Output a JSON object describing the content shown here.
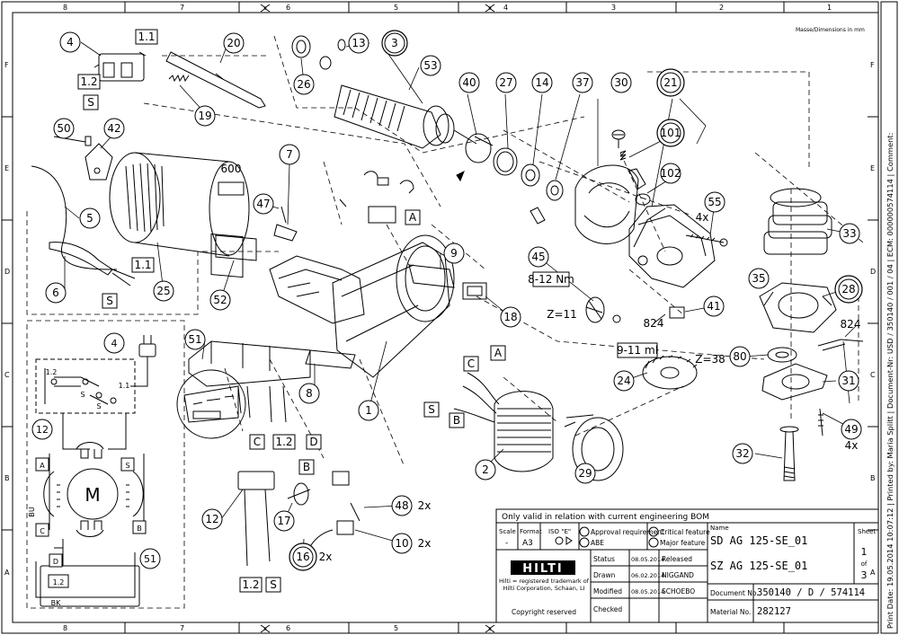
{
  "frame": {
    "col_labels": [
      "8",
      "7",
      "6",
      "5",
      "4",
      "3",
      "2",
      "1"
    ],
    "row_labels": [
      "F",
      "E",
      "D",
      "C",
      "B",
      "A"
    ],
    "dims_note": "Masse/Dimensions in mm"
  },
  "callouts": {
    "n4": "4",
    "n1_1a": "1.1",
    "n1_2a": "1.2",
    "sa": "S",
    "n20": "20",
    "n19": "19",
    "n26": "26",
    "n13": "13",
    "n3": "3",
    "n53": "53",
    "n40": "40",
    "n27": "27",
    "n14": "14",
    "n37": "37",
    "n30": "30",
    "n21": "21",
    "n50": "50",
    "n42": "42",
    "n600": "600",
    "n7": "7",
    "n47": "47",
    "nA1": "A",
    "n101": "101",
    "n102": "102",
    "n55": "55",
    "n4x_a": "4x",
    "n5": "5",
    "n6": "6",
    "n1_1b": "1.1",
    "sb": "S",
    "n25": "25",
    "n52": "52",
    "n9": "9",
    "n45": "45",
    "torque1": "8-12 Nm",
    "n18": "18",
    "z11": "Z=11",
    "n824a": "824",
    "n41": "41",
    "lub": "9-11 ml",
    "n33": "33",
    "n35": "35",
    "n28": "28",
    "n824b": "824",
    "n51a": "51",
    "nCa": "C",
    "nAa": "A",
    "z38": "Z=38",
    "n80": "80",
    "n31": "31",
    "n8": "8",
    "n1": "1",
    "nS3": "S",
    "nB3": "B",
    "n24": "24",
    "nC2": "C",
    "n1_2c": "1.2",
    "nD2": "D",
    "n2": "2",
    "n29": "29",
    "n49": "49",
    "n4x_b": "4x",
    "n32": "32",
    "nB4": "B",
    "n48": "48",
    "x2a": "2x",
    "n12": "12",
    "n17": "17",
    "n16": "16",
    "x2b": "2x",
    "n10": "10",
    "x2c": "2x",
    "n1_2d": "1.2",
    "sd": "S"
  },
  "schematic": {
    "n4": "4",
    "n1_2": "1.2",
    "n1_1": "1.1",
    "s1": "S",
    "s2": "S",
    "n12": "12",
    "A": "A",
    "S": "S",
    "M": "M",
    "BU": "BU",
    "C": "C",
    "B": "B",
    "D": "D",
    "n1_2b": "1.2",
    "n51": "51",
    "BK": "BK"
  },
  "title_block": {
    "notice": "Only valid in relation with current engineering BOM",
    "scale_label": "Scale",
    "scale_value": "-",
    "format_label": "Format",
    "format_value": "A3",
    "iso_label": "ISO \"E\"",
    "approval": "Approval requirement",
    "abe": "ABE",
    "critical": "Critical feature",
    "major": "Major feature",
    "name_label": "Name",
    "name1": "SD AG 125-SE_01",
    "name2": "SZ AG 125-SE_01",
    "sheet_label": "Sheet",
    "sheet_no": "1",
    "of_label": "of",
    "sheet_total": "3",
    "logo": "HILTI",
    "trademark": "Hilti = registered trademark of Hilti Corporation, Schaan, LI",
    "copyright": "Copyright reserved",
    "rows": [
      {
        "label": "Status",
        "date": "08.05.2014",
        "value": "Released"
      },
      {
        "label": "Drawn",
        "date": "06.02.2014",
        "value": "NIGGAND"
      },
      {
        "label": "Modified",
        "date": "08.05.2014",
        "value": "SCHOEBO"
      },
      {
        "label": "Checked",
        "date": "",
        "value": ""
      }
    ],
    "doc_label": "Document No.",
    "doc_value": "350140 / D / 574114",
    "mat_label": "Material No.",
    "mat_value": "282127"
  },
  "side_text": "Print Date: 19.05.2014 10:07:12 | Printed by: Maria Splitt | Document-Nr: USD / 350140 / 001 / 04 | ECM: 000000574114 | Comment:"
}
